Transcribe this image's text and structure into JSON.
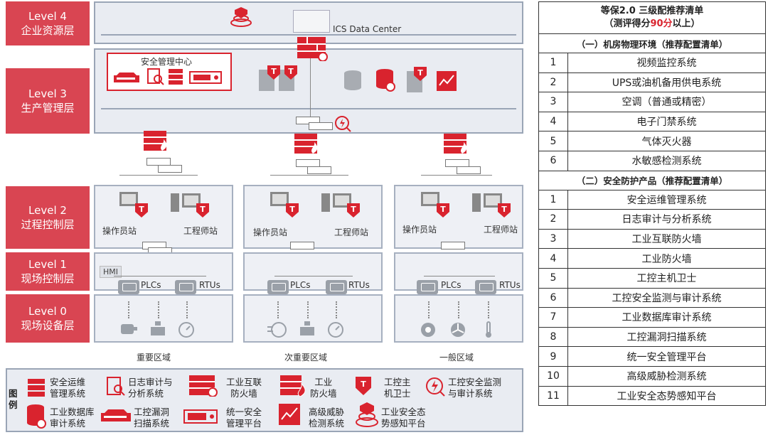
{
  "levels": [
    {
      "en": "Level 4",
      "zh": "企业资源层"
    },
    {
      "en": "Level 3",
      "zh": "生产管理层"
    },
    {
      "en": "Level 2",
      "zh": "过程控制层"
    },
    {
      "en": "Level 1",
      "zh": "现场控制层"
    },
    {
      "en": "Level 0",
      "zh": "现场设备层"
    }
  ],
  "diagram": {
    "datacenter": "ICS Data Center",
    "security_center": "安全管理中心",
    "operator_station": "操作员站",
    "engineer_station": "工程师站",
    "hmi": "HMI",
    "plcs": "PLCs",
    "rtus": "RTUs",
    "zones": [
      "重要区域",
      "次重要区域",
      "一般区域"
    ],
    "shield_mark": "T"
  },
  "legend": {
    "title": "图例",
    "items": [
      {
        "label": "安全运维\n管理系统",
        "icon": "ops-mgmt-icon"
      },
      {
        "label": "日志审计与\n分析系统",
        "icon": "log-audit-icon"
      },
      {
        "label": "工业互联\n防火墙",
        "icon": "ind-interconnect-firewall-icon"
      },
      {
        "label": "工业\n防火墙",
        "icon": "ind-firewall-icon"
      },
      {
        "label": "工控主\n机卫士",
        "icon": "host-guard-icon"
      },
      {
        "label": "工控安全监测\n与审计系统",
        "icon": "monitor-audit-icon"
      },
      {
        "label": "工业数据库\n审计系统",
        "icon": "db-audit-icon"
      },
      {
        "label": "工控漏洞\n扫描系统",
        "icon": "vuln-scan-icon"
      },
      {
        "label": "统一安全\n管理平台",
        "icon": "unified-platform-icon"
      },
      {
        "label": "高级威胁\n检测系统",
        "icon": "threat-detect-icon"
      },
      {
        "label": "工业安全态\n势感知平台",
        "icon": "situation-awareness-icon"
      }
    ]
  },
  "table": {
    "title_line1": "等保2.0 三级配推荐清单",
    "title_line2_pre": "（测评得分",
    "title_line2_score": "90分",
    "title_line2_post": "以上）",
    "section1": "（一）机房物理环境（推荐配置清单）",
    "section1_rows": [
      {
        "n": "1",
        "v": "视频监控系统"
      },
      {
        "n": "2",
        "v": "UPS或油机备用供电系统"
      },
      {
        "n": "3",
        "v": "空调（普通或精密）"
      },
      {
        "n": "4",
        "v": "电子门禁系统"
      },
      {
        "n": "5",
        "v": "气体灭火器"
      },
      {
        "n": "6",
        "v": "水敏感检测系统"
      }
    ],
    "section2": "（二）安全防护产品（推荐配置清单）",
    "section2_rows": [
      {
        "n": "1",
        "v": "安全运维管理系统"
      },
      {
        "n": "2",
        "v": "日志审计与分析系统"
      },
      {
        "n": "3",
        "v": "工业互联防火墙"
      },
      {
        "n": "4",
        "v": "工业防火墙"
      },
      {
        "n": "5",
        "v": "工控主机卫士"
      },
      {
        "n": "6",
        "v": "工控安全监测与审计系统"
      },
      {
        "n": "7",
        "v": "工业数据库审计系统"
      },
      {
        "n": "8",
        "v": "工控漏洞扫描系统"
      },
      {
        "n": "9",
        "v": "统一安全管理平台"
      },
      {
        "n": "10",
        "v": "高级威胁检测系统"
      },
      {
        "n": "11",
        "v": "工业安全态势感知平台"
      }
    ]
  },
  "colors": {
    "accent": "#d9232e",
    "level_bg": "#d94552",
    "band_bg": "#e9ecf2",
    "band_border": "#9aa5b6"
  }
}
